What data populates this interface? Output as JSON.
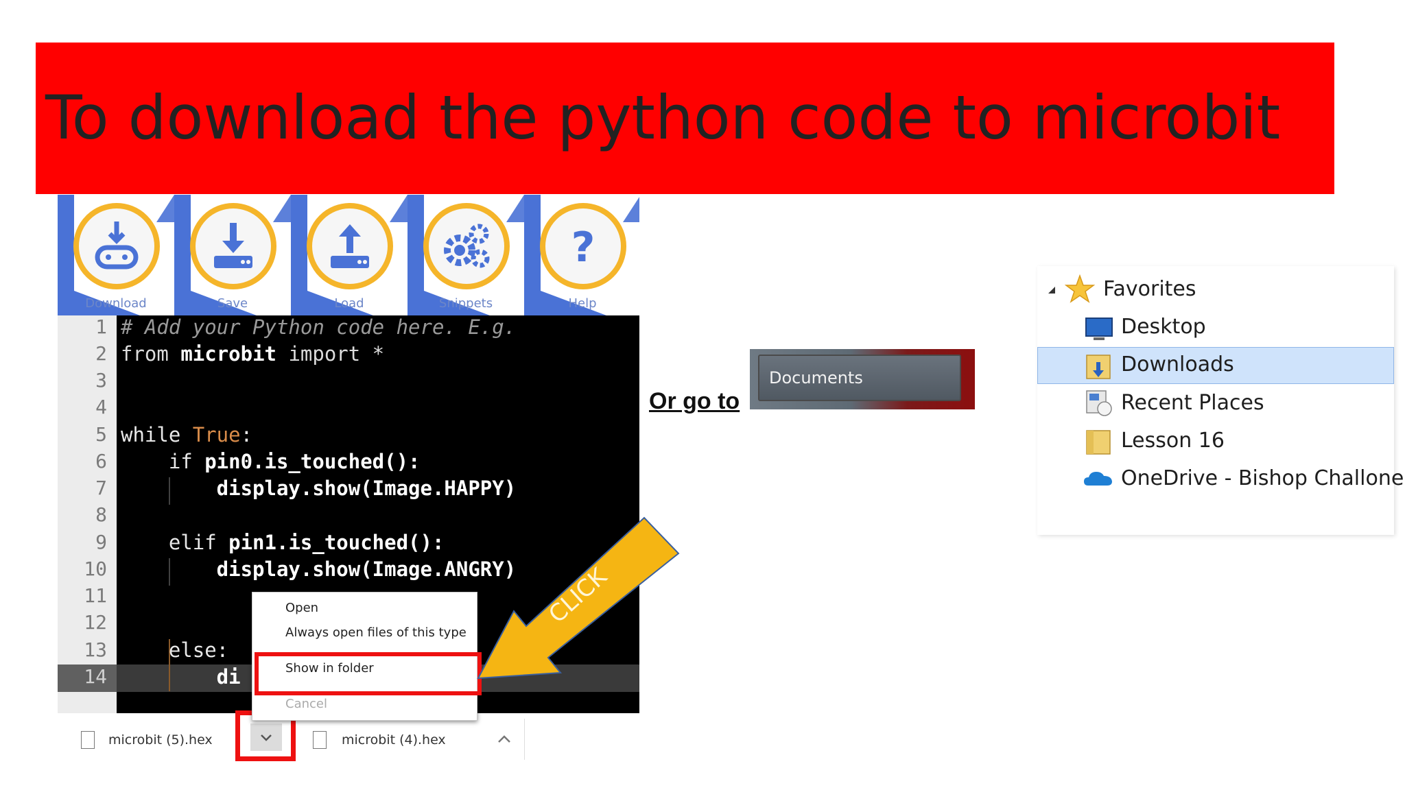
{
  "slide": {
    "title": "To download the python code to microbit",
    "banner_color": "#ff0000"
  },
  "toolbar": {
    "buttons": [
      {
        "label": "Download",
        "icon": "microbit-download-icon"
      },
      {
        "label": "Save",
        "icon": "save-download-icon"
      },
      {
        "label": "Load",
        "icon": "upload-icon"
      },
      {
        "label": "Snippets",
        "icon": "gears-icon"
      },
      {
        "label": "Help",
        "icon": "question-mark-icon"
      }
    ],
    "band_color": "#4a72d6",
    "ring_color": "#f5b52a"
  },
  "editor": {
    "line_numbers": [
      "1",
      "2",
      "3",
      "4",
      "5",
      "6",
      "7",
      "8",
      "9",
      "10",
      "11",
      "12",
      "13",
      "14"
    ],
    "lines": {
      "l1": "# Add your Python code here. E.g.",
      "l2_from": "from ",
      "l2_mod": "microbit",
      "l2_rest": " import *",
      "l5_while": "while ",
      "l5_true": "True",
      "l5_colon": ":",
      "l6_if": "    if ",
      "l6_rest": "pin0.is_touched():",
      "l7": "        display.show(Image.HAPPY)",
      "l9_elif": "    elif ",
      "l9_rest": "pin1.is_touched():",
      "l10": "        display.show(Image.ANGRY)",
      "l12": "    else:",
      "l13": "        di"
    },
    "current_line": "14"
  },
  "context_menu": {
    "items": [
      "Open",
      "Always open files of this type",
      "Show in folder",
      "Cancel"
    ],
    "highlighted": "Show in folder"
  },
  "download_bar": {
    "files": [
      "microbit (5).hex",
      "microbit (4).hex"
    ]
  },
  "arrow": {
    "label": "CLICK",
    "color": "#f5b513"
  },
  "or_go_to": "Or go to",
  "documents_button": "Documents",
  "explorer": {
    "items": [
      "Favorites",
      "Desktop",
      "Downloads",
      "Recent Places",
      "Lesson 16",
      "OneDrive - Bishop Challoner"
    ],
    "selected": "Downloads"
  }
}
